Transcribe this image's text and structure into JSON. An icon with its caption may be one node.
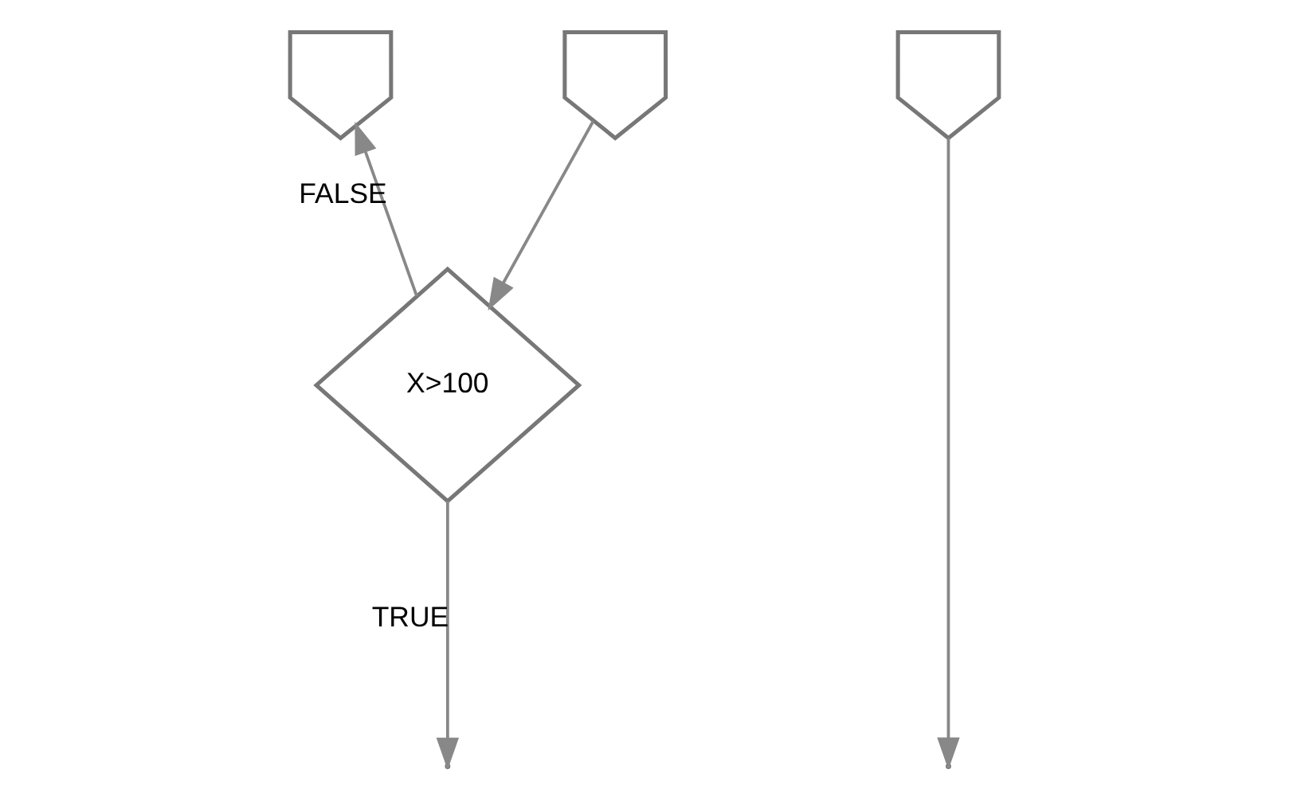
{
  "diagram": {
    "nodes": [
      {
        "text": [],
        "shape": "pentagon"
      },
      {
        "text": [],
        "shape": "pentagon"
      },
      {
        "text": [],
        "shape": "pentagon"
      },
      {
        "text": [
          "X>100"
        ]
      }
    ],
    "edges": [
      {
        "from": 1,
        "to": 3,
        "arrow": "to"
      },
      {
        "from": 2,
        "to": null,
        "arrow": "to"
      },
      {
        "from": 3,
        "to": null,
        "arrow": "to",
        "label": "TRUE"
      },
      {
        "from": 3,
        "to": 0,
        "arrow": "to",
        "label": "FALSE"
      }
    ]
  }
}
